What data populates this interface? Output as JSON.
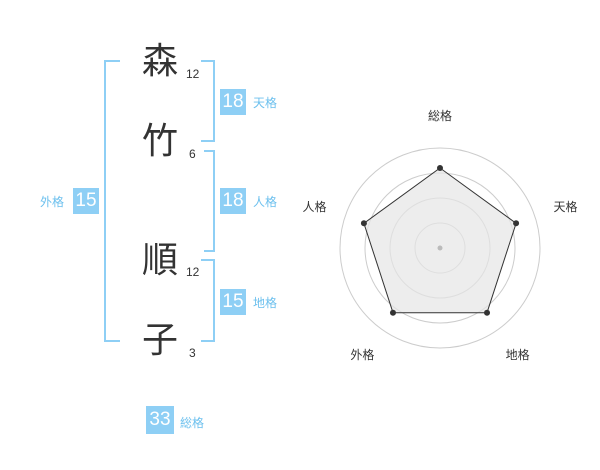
{
  "name": {
    "characters": [
      {
        "char": "森",
        "strokes": "12"
      },
      {
        "char": "竹",
        "strokes": "6"
      },
      {
        "char": "順",
        "strokes": "12"
      },
      {
        "char": "子",
        "strokes": "3"
      }
    ]
  },
  "fortunes": {
    "tenkaku": {
      "value": "18",
      "label": "天格"
    },
    "jinkaku": {
      "value": "18",
      "label": "人格"
    },
    "chikaku": {
      "value": "15",
      "label": "地格"
    },
    "gaikaku": {
      "value": "15",
      "label": "外格"
    },
    "soukaku": {
      "value": "33",
      "label": "総格"
    }
  },
  "colors": {
    "accent": "#8ecff5",
    "accent_text": "#6cc0ee",
    "text": "#333333",
    "ring": "#cccccc",
    "polygon_fill": "#e6e6e6",
    "polygon_stroke": "#333333"
  },
  "chart_data": {
    "type": "radar",
    "axes": [
      "総格",
      "天格",
      "地格",
      "外格",
      "人格"
    ],
    "values": [
      0.8,
      0.8,
      0.8,
      0.8,
      0.8
    ],
    "max": 1,
    "rings": 4
  }
}
